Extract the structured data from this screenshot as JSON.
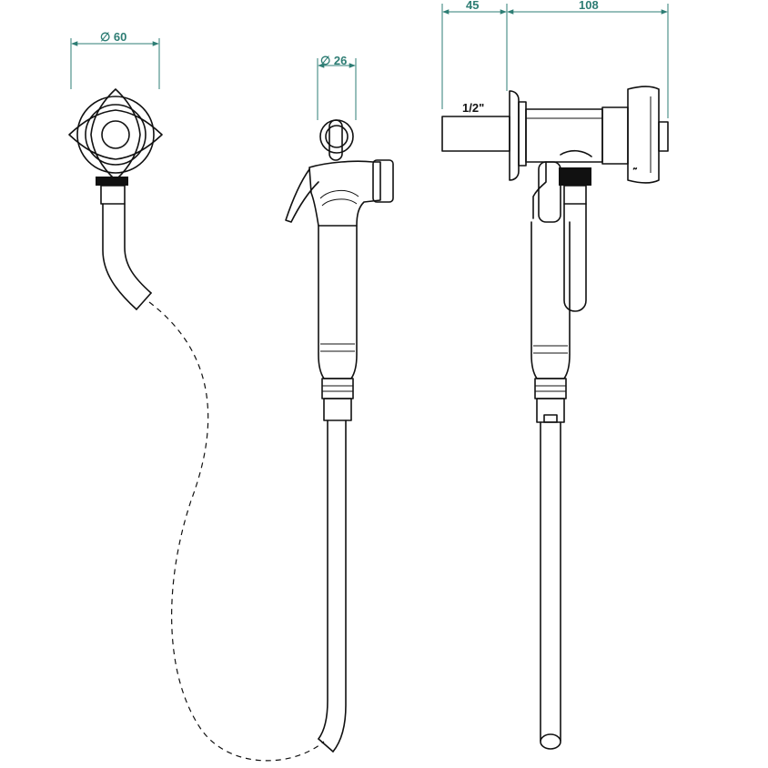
{
  "dimensions": {
    "rosette_diameter": "∅ 60",
    "handset_diameter": "∅ 26",
    "projection_depth": "45",
    "valve_length": "108",
    "thread_size": "1/2\""
  },
  "colors": {
    "dimension_lines": "#2e7d74",
    "drawing_lines": "#111111"
  }
}
